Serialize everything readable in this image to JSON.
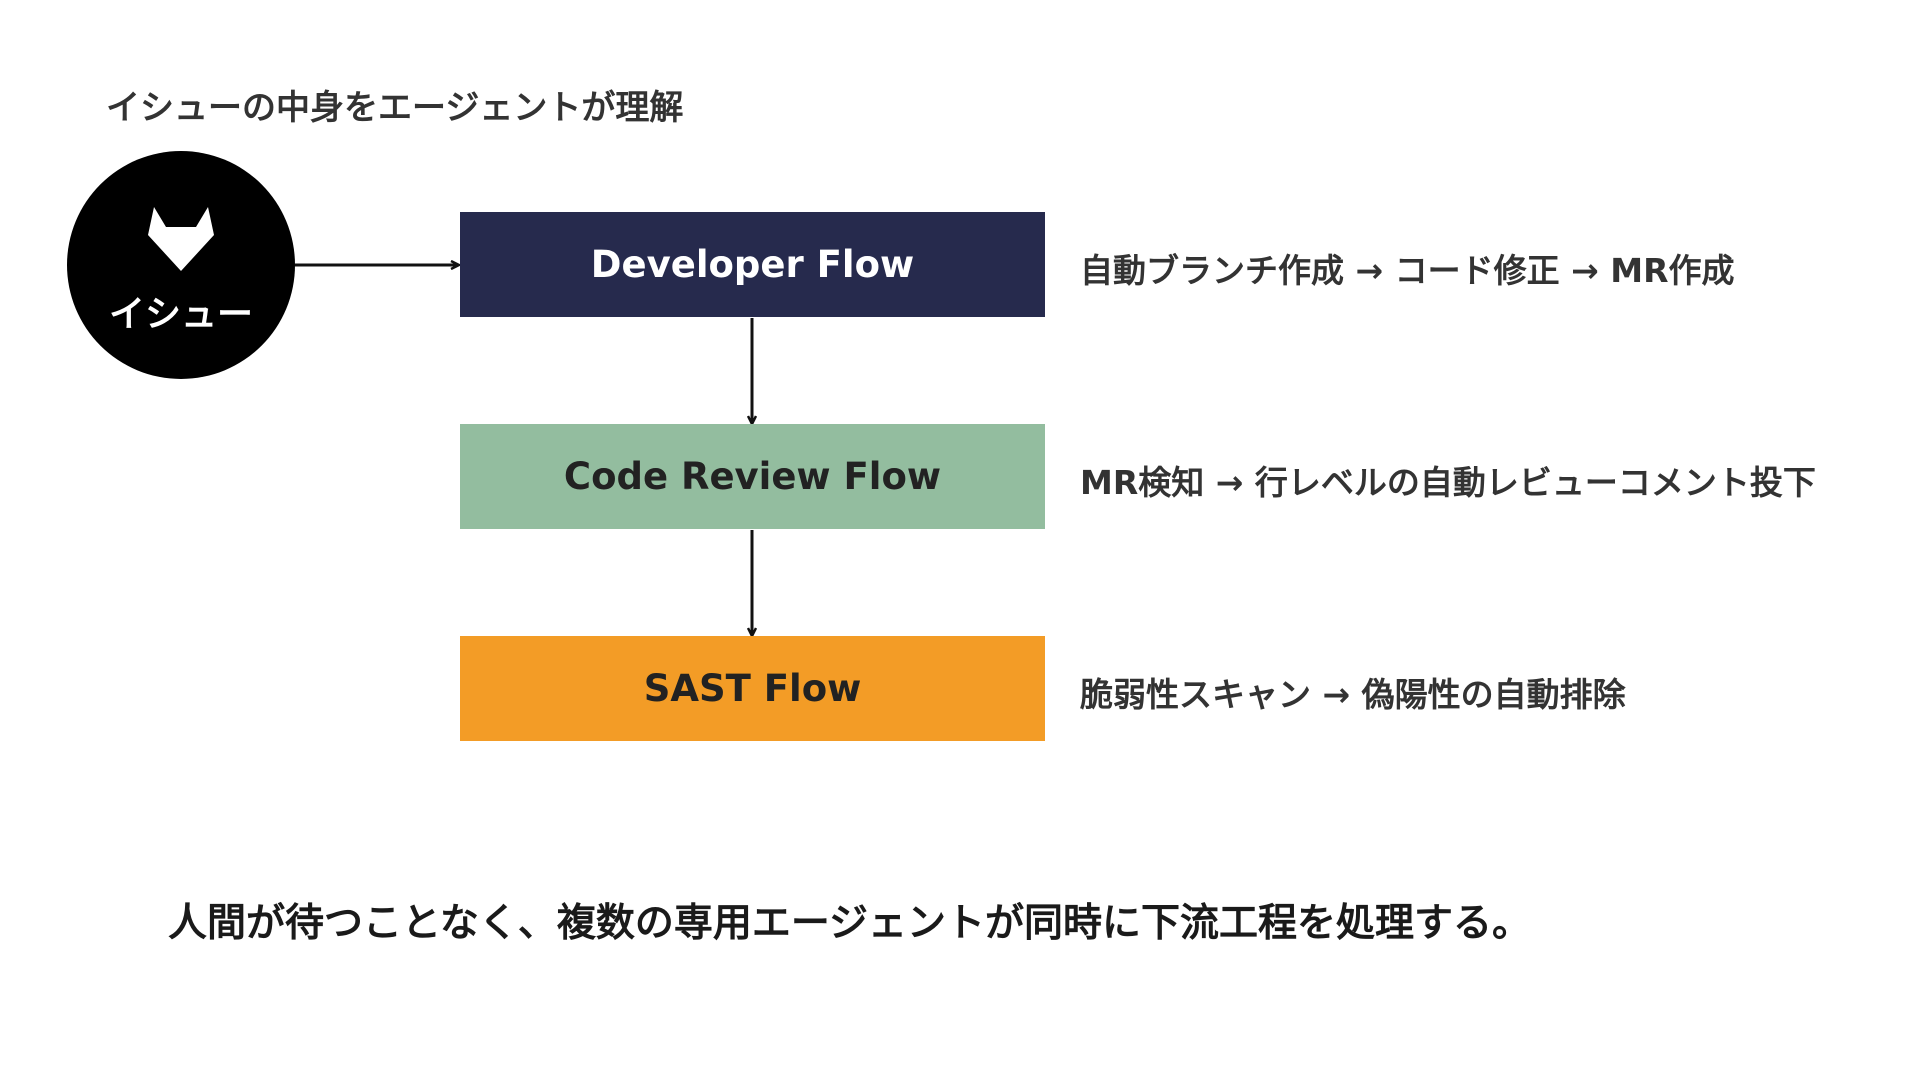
{
  "top_caption": "イシューの中身をエージェントが理解",
  "issue": {
    "label": "イシュー",
    "icon": "gitlab-tanuki-icon"
  },
  "flows": [
    {
      "title": "Developer Flow",
      "description": "自動ブランチ作成 → コード修正 → MR作成",
      "color": "#262a4d",
      "text_color": "#ffffff"
    },
    {
      "title": "Code Review Flow",
      "description": "MR検知 → 行レベルの自動レビューコメント投下",
      "color": "#93bd9f",
      "text_color": "#222222"
    },
    {
      "title": "SAST Flow",
      "description": "脆弱性スキャン → 偽陽性の自動排除",
      "color": "#f39c26",
      "text_color": "#222222"
    }
  ],
  "bottom_caption": "人間が待つことなく、複数の専用エージェントが同時に下流工程を処理する。"
}
